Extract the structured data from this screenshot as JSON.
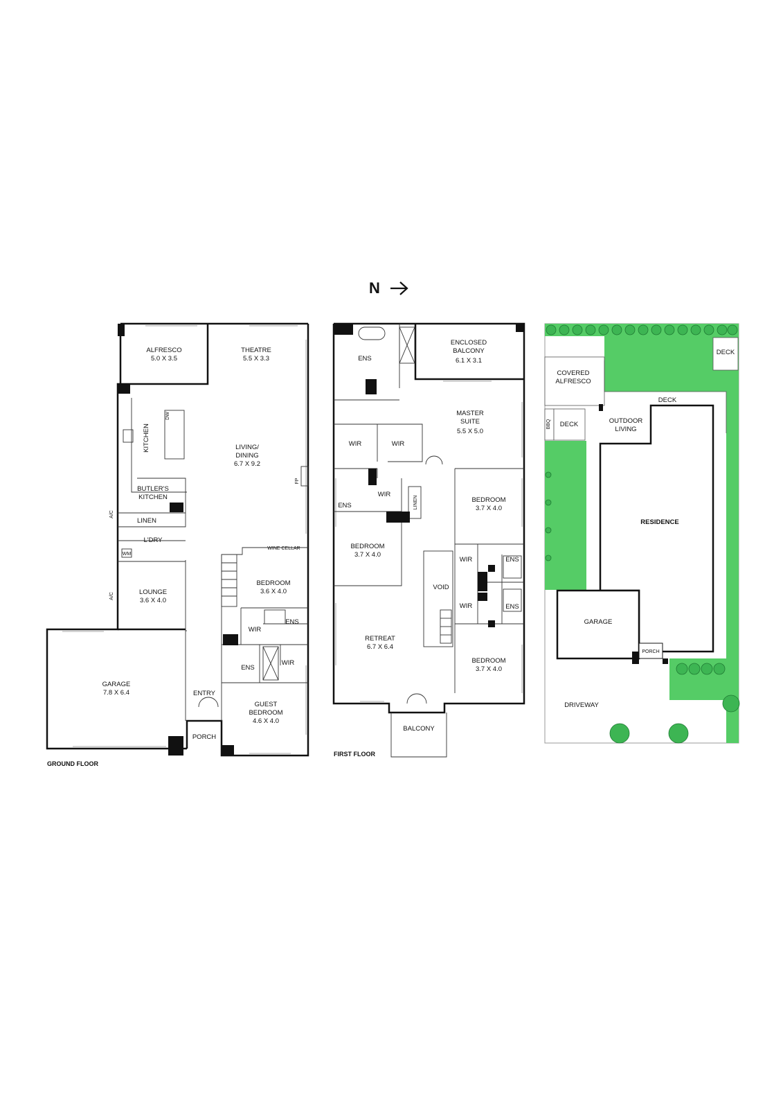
{
  "north": {
    "label": "N",
    "arrow": "→",
    "icon": "north-arrow-icon"
  },
  "colors": {
    "wall": "#111111",
    "grass": "#55cc66",
    "tree": "#3db553"
  },
  "ground_floor": {
    "caption": "GROUND FLOOR",
    "rooms": {
      "alfresco": {
        "name": "ALFRESCO",
        "dim": "5.0 X 3.5"
      },
      "theatre": {
        "name": "THEATRE",
        "dim": "5.5 X 3.3"
      },
      "kitchen": {
        "name": "KITCHEN"
      },
      "dw": {
        "name": "DW"
      },
      "living": {
        "name1": "LIVING/",
        "name2": "DINING",
        "dim": "6.7 X 9.2"
      },
      "fp": {
        "name": "FP"
      },
      "butlers": {
        "name1": "BUTLER'S",
        "name2": "KITCHEN"
      },
      "ac1": {
        "name": "A/C"
      },
      "linen": {
        "name": "LINEN"
      },
      "ldry": {
        "name": "L'DRY"
      },
      "wm": {
        "name": "WM"
      },
      "wine": {
        "name": "WINE CELLAR"
      },
      "bedroom": {
        "name": "BEDROOM",
        "dim": "3.6 X 4.0"
      },
      "ac2": {
        "name": "A/C"
      },
      "lounge": {
        "name": "LOUNGE",
        "dim": "3.6 X 4.0"
      },
      "wir1": {
        "name": "WIR"
      },
      "ens1": {
        "name": "ENS"
      },
      "garage": {
        "name": "GARAGE",
        "dim": "7.8 X 6.4"
      },
      "ens2": {
        "name": "ENS"
      },
      "wir2": {
        "name": "WIR"
      },
      "entry": {
        "name": "ENTRY"
      },
      "guest": {
        "name1": "GUEST",
        "name2": "BEDROOM",
        "dim": "4.6 X 4.0"
      },
      "porch": {
        "name": "PORCH"
      }
    }
  },
  "first_floor": {
    "caption": "FIRST FLOOR",
    "rooms": {
      "ens_top": {
        "name": "ENS"
      },
      "enclosed": {
        "name1": "ENCLOSED",
        "name2": "BALCONY",
        "dim": "6.1 X 3.1"
      },
      "master": {
        "name1": "MASTER",
        "name2": "SUITE",
        "dim": "5.5 X 5.0"
      },
      "wir_a": {
        "name": "WIR"
      },
      "wir_b": {
        "name": "WIR"
      },
      "wir_c": {
        "name": "WIR"
      },
      "linen": {
        "name": "LINEN"
      },
      "ens_left": {
        "name": "ENS"
      },
      "bedroom_r1": {
        "name": "BEDROOM",
        "dim": "3.7 X 4.0"
      },
      "bedroom_l": {
        "name": "BEDROOM",
        "dim": "3.7 X 4.0"
      },
      "void": {
        "name": "VOID"
      },
      "wir_r1": {
        "name": "WIR"
      },
      "ens_r1": {
        "name": "ENS"
      },
      "wir_r2": {
        "name": "WIR"
      },
      "ens_r2": {
        "name": "ENS"
      },
      "retreat": {
        "name": "RETREAT",
        "dim": "6.7 X 6.4"
      },
      "bedroom_r2": {
        "name": "BEDROOM",
        "dim": "3.7 X 4.0"
      },
      "balcony": {
        "name": "BALCONY"
      }
    }
  },
  "site": {
    "deck1": "DECK",
    "covered1": "COVERED",
    "covered2": "ALFRESCO",
    "deck2": "DECK",
    "bbq": "BBQ",
    "deck3": "DECK",
    "outdoor1": "OUTDOOR",
    "outdoor2": "LIVING",
    "residence": "RESIDENCE",
    "garage": "GARAGE",
    "porch": "PORCH",
    "driveway": "DRIVEWAY"
  }
}
